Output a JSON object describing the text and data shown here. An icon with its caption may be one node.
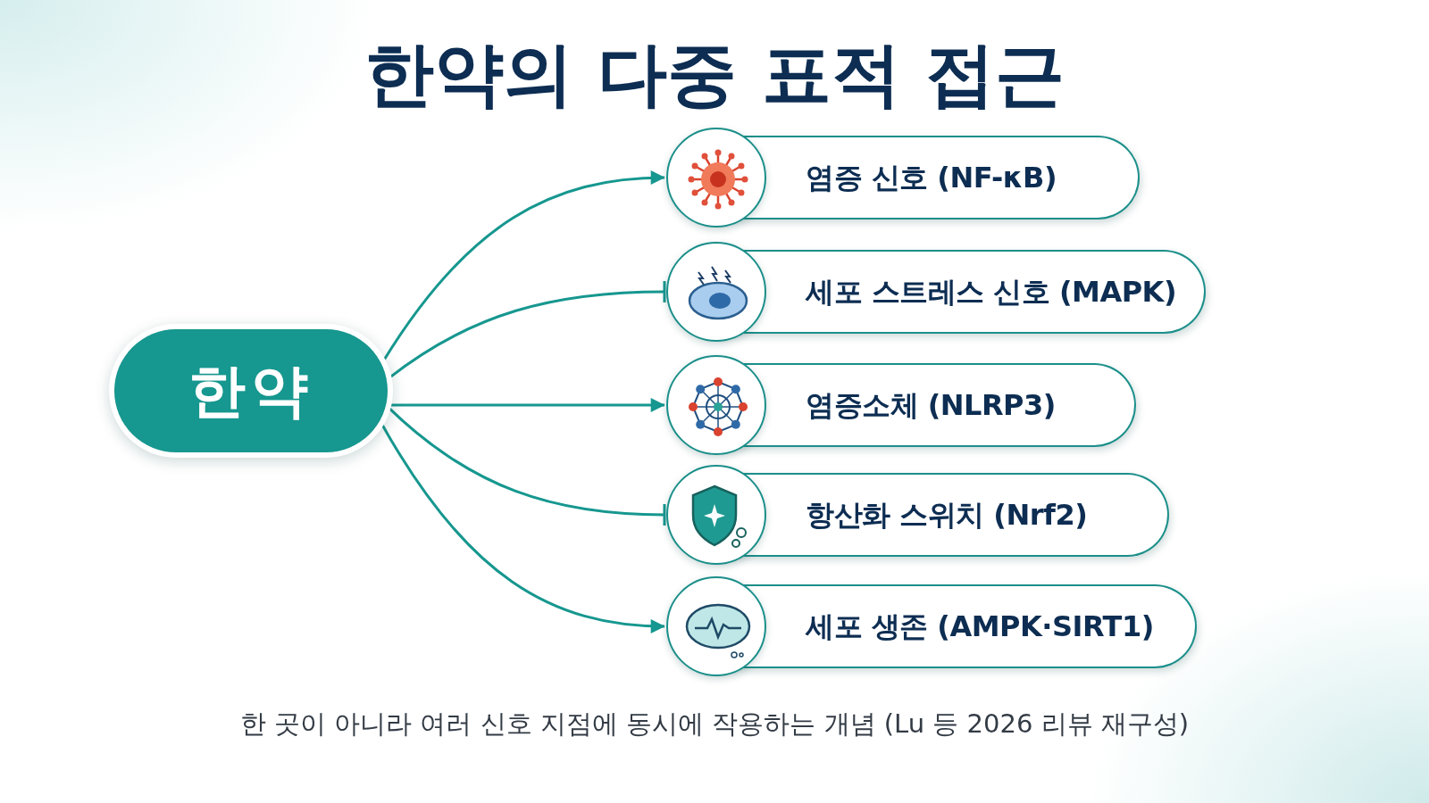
{
  "diagram": {
    "title": "한약의 다중 표적 접근",
    "caption": "한 곳이 아니라 여러 신호 지점에 동시에 작용하는 개념 (Lu 등 2026 리뷰 재구성)",
    "nodes": [
      {
        "text": [
          "한약"
        ]
      },
      {
        "text": [
          "염증 신호 (NF-κB)"
        ]
      },
      {
        "text": [
          "세포 스트레스 신호 (MAPK)"
        ]
      },
      {
        "text": [
          "염증소체 (NLRP3)"
        ]
      },
      {
        "text": [
          "항산화 스위치 (Nrf2)"
        ]
      },
      {
        "text": [
          "세포 생존 (AMPK·SIRT1)"
        ]
      }
    ],
    "edges": [
      {
        "from": 0,
        "to": 1,
        "arrow": "to"
      },
      {
        "from": 0,
        "to": 2,
        "arrow": "other"
      },
      {
        "from": 0,
        "to": 3,
        "arrow": "to"
      },
      {
        "from": 0,
        "to": 4,
        "arrow": "other"
      },
      {
        "from": 0,
        "to": 5,
        "arrow": "to"
      }
    ]
  }
}
